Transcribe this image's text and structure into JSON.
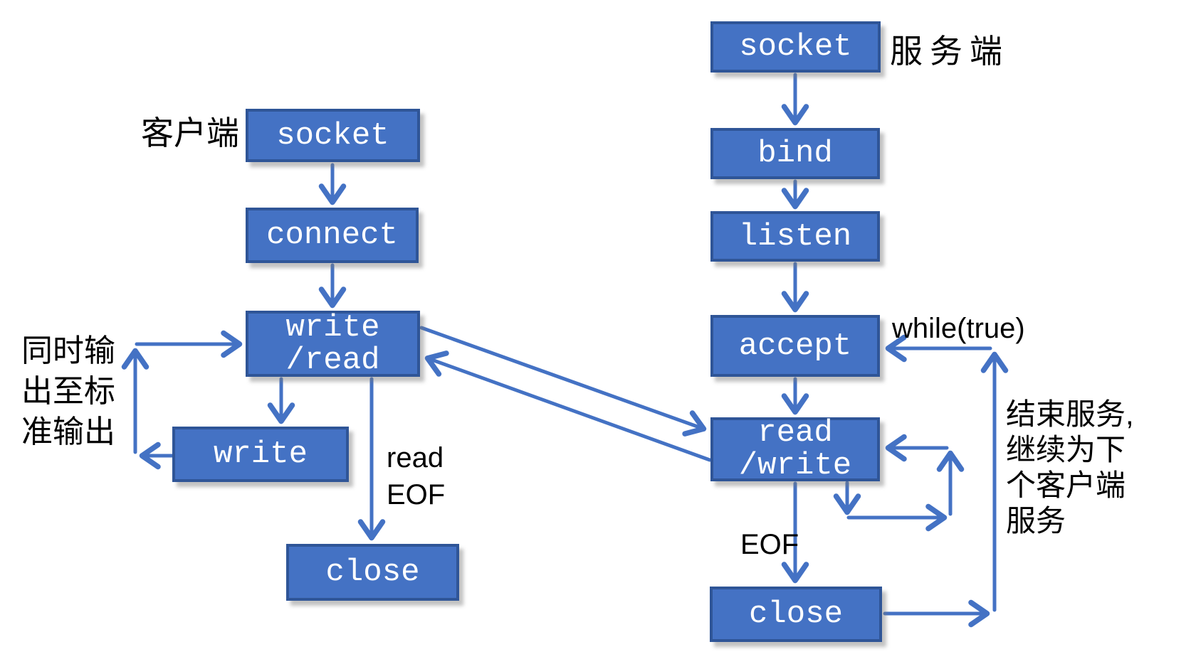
{
  "diagram": {
    "title": "TCP socket client-server flow",
    "colors": {
      "bg": "#ffffff",
      "box_fill": "#4472c4",
      "box_border": "#2f5597",
      "arrow": "#4472c4",
      "text_dark": "#000000",
      "text_light": "#ffffff"
    },
    "client": {
      "side_label": "客户端",
      "nodes": [
        {
          "id": "socket",
          "label": "socket"
        },
        {
          "id": "connect",
          "label": "connect"
        },
        {
          "id": "write-read",
          "label": "write\n/read"
        },
        {
          "id": "write",
          "label": "write"
        },
        {
          "id": "close",
          "label": "close"
        }
      ]
    },
    "server": {
      "side_label": "服务端",
      "nodes": [
        {
          "id": "socket",
          "label": "socket"
        },
        {
          "id": "bind",
          "label": "bind"
        },
        {
          "id": "listen",
          "label": "listen"
        },
        {
          "id": "accept",
          "label": "accept"
        },
        {
          "id": "read-write",
          "label": "read\n/write"
        },
        {
          "id": "close",
          "label": "close"
        }
      ]
    },
    "annotations": {
      "stdout_note": "同时输\n出至标\n准输出",
      "read_eof": "read\nEOF",
      "eof": "EOF",
      "while_true": "while(true)",
      "serve_next": "结束服务,\n继续为下\n个客户端\n服务"
    }
  }
}
